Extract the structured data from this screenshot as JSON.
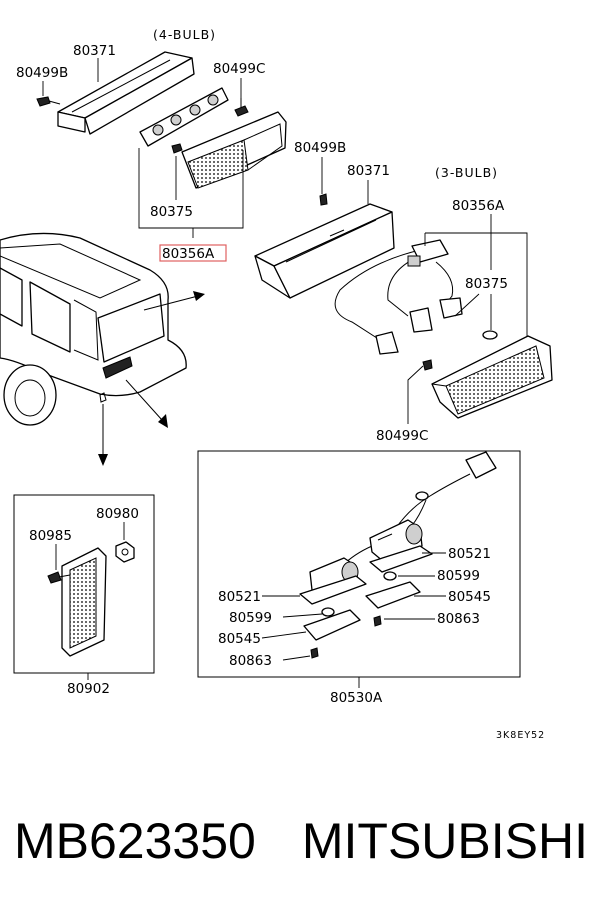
{
  "diagram": {
    "headers": {
      "four_bulb": "(4-BULB)",
      "three_bulb": "(3-BULB)"
    },
    "labels": {
      "l_80371_a": "80371",
      "l_80499b_a": "80499B",
      "l_80499c_a": "80499C",
      "l_80375_a": "80375",
      "l_80356a_a": "80356A",
      "l_80499b_b": "80499B",
      "l_80371_b": "80371",
      "l_80356a_b": "80356A",
      "l_80375_b": "80375",
      "l_80499c_b": "80499C",
      "l_80985": "80985",
      "l_80980": "80980",
      "l_80902": "80902",
      "l_80521_r": "80521",
      "l_80599_r": "80599",
      "l_80545_r": "80545",
      "l_80863_r": "80863",
      "l_80521_l": "80521",
      "l_80599_l": "80599",
      "l_80545_l": "80545",
      "l_80863_l": "80863",
      "l_80530a": "80530A"
    },
    "code": "3K8EY52"
  },
  "footer": {
    "part_number": "MB623350",
    "brand": "MITSUBISHI"
  }
}
